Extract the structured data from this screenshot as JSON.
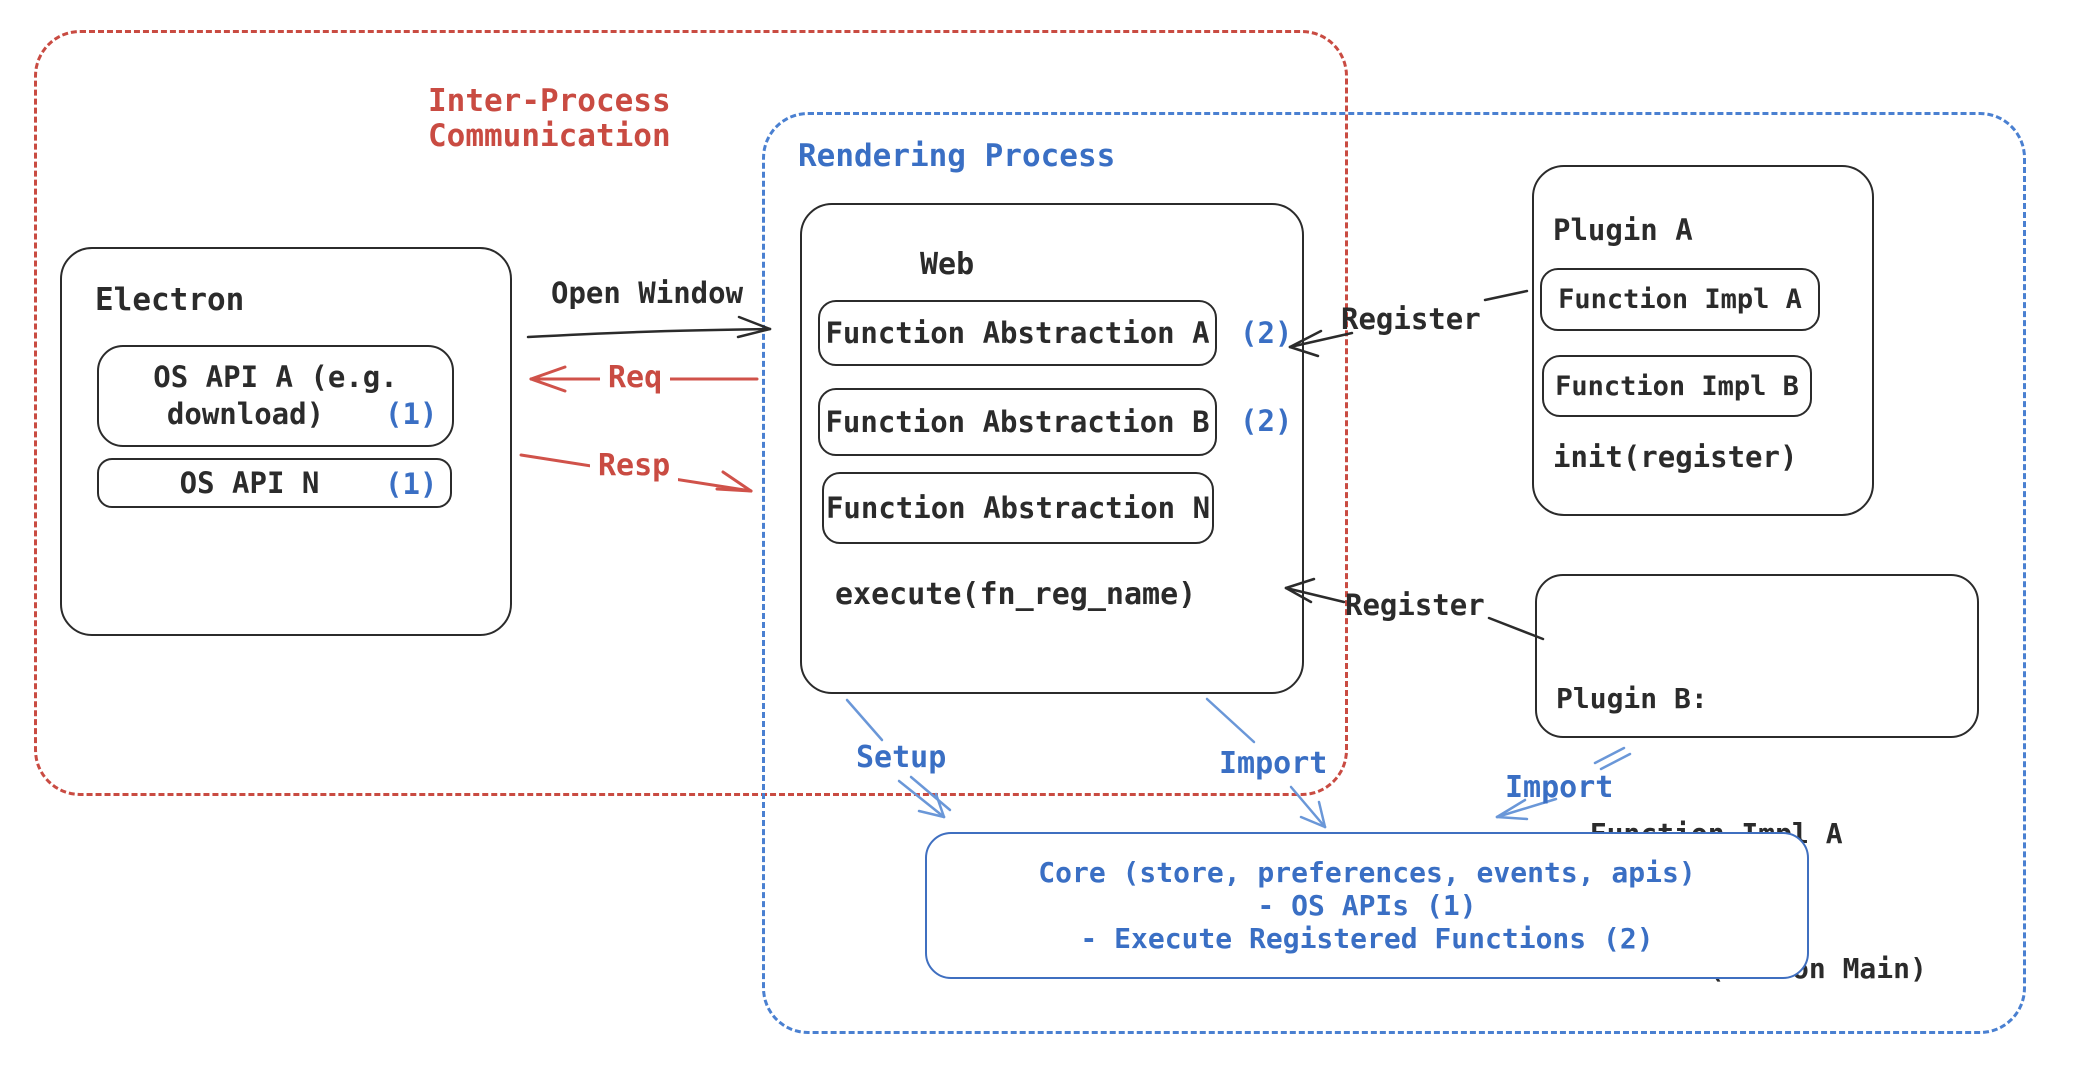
{
  "colors": {
    "red": "#c94b42",
    "blue": "#3a6fc4",
    "blue_light": "#6a97d8",
    "blue_border": "#4a80d1",
    "ink": "#2b2b2b",
    "core_border": "#3f6fc0"
  },
  "ipc": {
    "line1": "Inter-Process",
    "line2": "Communication"
  },
  "rendering": {
    "label": "Rendering Process"
  },
  "electron": {
    "title": "Electron",
    "api_a_line1": "OS API A (e.g.",
    "api_a_line2": "download)",
    "api_a_badge": "(1)",
    "api_n_label": "OS API N",
    "api_n_badge": "(1)"
  },
  "web": {
    "title": "Web",
    "fa_a": "Function Abstraction A",
    "fa_a_badge": "(2)",
    "fa_b": "Function Abstraction B",
    "fa_b_badge": "(2)",
    "fa_n": "Function Abstraction N",
    "execute_label": "execute(fn_reg_name)"
  },
  "plugin_a": {
    "title": "Plugin A",
    "impl_a": "Function Impl A",
    "impl_b": "Function Impl B",
    "init_label": "init(register)"
  },
  "plugin_b": {
    "line1": "Plugin B:",
    "line2": "- Function Impl A",
    "line3": "- Module (run on Main)"
  },
  "core": {
    "line1": "Core (store, preferences, events, apis)",
    "line2": "- OS APIs (1)",
    "line3": "- Execute Registered Functions (2)"
  },
  "labels": {
    "open_window": "Open Window",
    "req": "Req",
    "resp": "Resp",
    "register_top": "Register",
    "register_bottom": "Register",
    "setup": "Setup",
    "import_web": "Import",
    "import_plugin": "Import"
  }
}
